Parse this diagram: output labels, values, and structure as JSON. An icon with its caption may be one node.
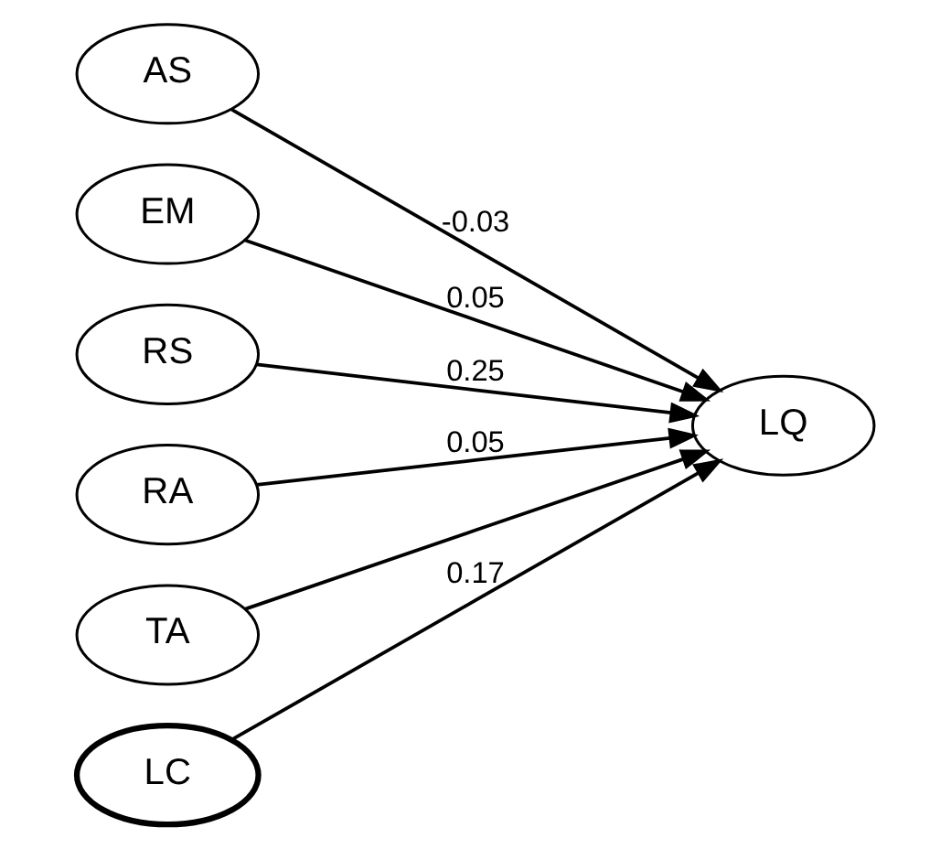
{
  "diagram": {
    "nodes": [
      {
        "text": [
          "AS"
        ]
      },
      {
        "text": [
          "EM"
        ]
      },
      {
        "text": [
          "RS"
        ]
      },
      {
        "text": [
          "RA"
        ]
      },
      {
        "text": [
          "TA"
        ]
      },
      {
        "text": [
          "LC"
        ]
      },
      {
        "text": [
          "LQ"
        ]
      }
    ],
    "edges": [
      {
        "from": 0,
        "to": 6,
        "arrow": "to",
        "label": "-0.03"
      },
      {
        "from": 1,
        "to": 6,
        "arrow": "to",
        "label": "0.05"
      },
      {
        "from": 2,
        "to": 6,
        "arrow": "to",
        "label": "0.25"
      },
      {
        "from": 3,
        "to": 6,
        "arrow": "to",
        "label": "0.05"
      },
      {
        "from": 4,
        "to": 6,
        "arrow": "to"
      },
      {
        "from": 5,
        "to": 6,
        "arrow": "to",
        "label": "0.17"
      }
    ]
  }
}
